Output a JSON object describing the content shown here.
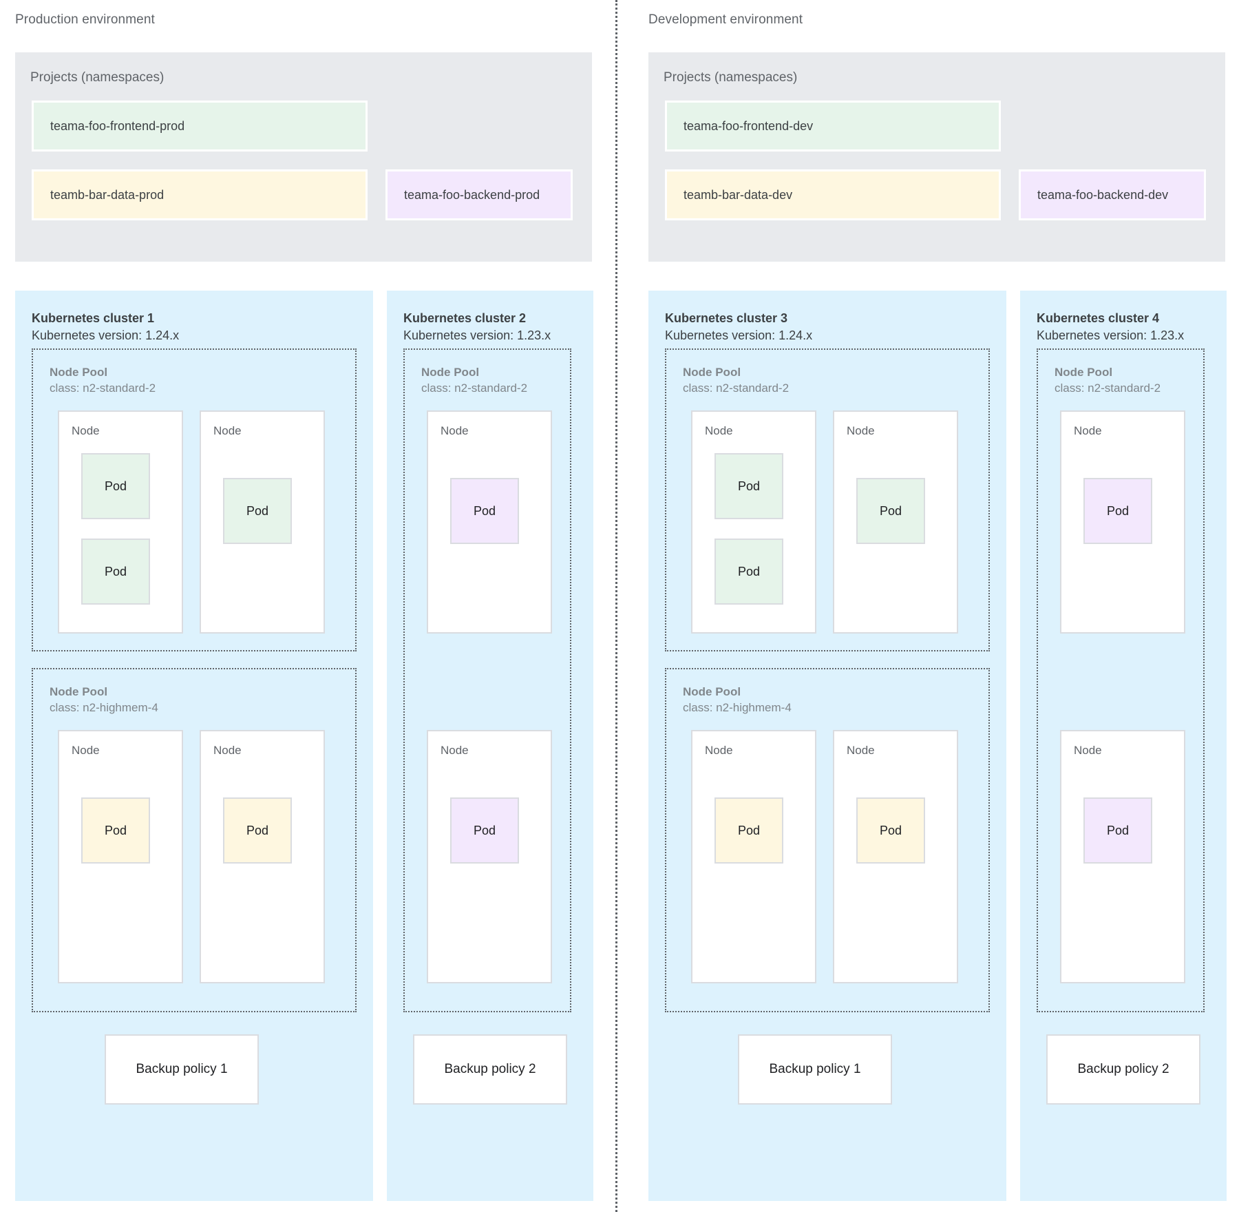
{
  "environments": [
    {
      "title": "Production environment",
      "projects": {
        "title": "Projects (namespaces)",
        "namespaces": [
          {
            "name": "teama-foo-frontend-prod",
            "color": "green"
          },
          {
            "name": "teamb-bar-data-prod",
            "color": "yellow"
          },
          {
            "name": "teama-foo-backend-prod",
            "color": "purple"
          }
        ]
      },
      "clusters": [
        {
          "name": "Kubernetes cluster 1",
          "version": "Kubernetes version: 1.24.x",
          "width": "wide",
          "backup_policy": "Backup policy 1",
          "node_pools": [
            {
              "title": "Node Pool",
              "class": "class: n2-standard-2",
              "nodes": [
                {
                  "label": "Node",
                  "pods": [
                    {
                      "label": "Pod",
                      "color": "green"
                    },
                    {
                      "label": "Pod",
                      "color": "green"
                    }
                  ]
                },
                {
                  "label": "Node",
                  "pods": [
                    {
                      "label": "Pod",
                      "color": "green"
                    }
                  ]
                }
              ]
            },
            {
              "title": "Node Pool",
              "class": "class: n2-highmem-4",
              "nodes": [
                {
                  "label": "Node",
                  "pods": [
                    {
                      "label": "Pod",
                      "color": "yellow"
                    }
                  ]
                },
                {
                  "label": "Node",
                  "pods": [
                    {
                      "label": "Pod",
                      "color": "yellow"
                    }
                  ]
                }
              ]
            }
          ]
        },
        {
          "name": "Kubernetes cluster 2",
          "version": "Kubernetes version: 1.23.x",
          "width": "narrow",
          "backup_policy": "Backup policy 2",
          "node_pools": [
            {
              "title": "Node Pool",
              "class": "class: n2-standard-2",
              "nodes": [
                {
                  "label": "Node",
                  "pods": [
                    {
                      "label": "Pod",
                      "color": "purple"
                    }
                  ]
                },
                {
                  "label": "Node",
                  "pods": [
                    {
                      "label": "Pod",
                      "color": "purple"
                    }
                  ]
                }
              ]
            }
          ]
        }
      ]
    },
    {
      "title": "Development environment",
      "projects": {
        "title": "Projects (namespaces)",
        "namespaces": [
          {
            "name": "teama-foo-frontend-dev",
            "color": "green"
          },
          {
            "name": "teamb-bar-data-dev",
            "color": "yellow"
          },
          {
            "name": "teama-foo-backend-dev",
            "color": "purple"
          }
        ]
      },
      "clusters": [
        {
          "name": "Kubernetes cluster 3",
          "version": "Kubernetes version: 1.24.x",
          "width": "wide",
          "backup_policy": "Backup policy 1",
          "node_pools": [
            {
              "title": "Node Pool",
              "class": "class: n2-standard-2",
              "nodes": [
                {
                  "label": "Node",
                  "pods": [
                    {
                      "label": "Pod",
                      "color": "green"
                    },
                    {
                      "label": "Pod",
                      "color": "green"
                    }
                  ]
                },
                {
                  "label": "Node",
                  "pods": [
                    {
                      "label": "Pod",
                      "color": "green"
                    }
                  ]
                }
              ]
            },
            {
              "title": "Node Pool",
              "class": "class: n2-highmem-4",
              "nodes": [
                {
                  "label": "Node",
                  "pods": [
                    {
                      "label": "Pod",
                      "color": "yellow"
                    }
                  ]
                },
                {
                  "label": "Node",
                  "pods": [
                    {
                      "label": "Pod",
                      "color": "yellow"
                    }
                  ]
                }
              ]
            }
          ]
        },
        {
          "name": "Kubernetes cluster 4",
          "version": "Kubernetes version: 1.23.x",
          "width": "narrow",
          "backup_policy": "Backup policy 2",
          "node_pools": [
            {
              "title": "Node Pool",
              "class": "class: n2-standard-2",
              "nodes": [
                {
                  "label": "Node",
                  "pods": [
                    {
                      "label": "Pod",
                      "color": "purple"
                    }
                  ]
                },
                {
                  "label": "Node",
                  "pods": [
                    {
                      "label": "Pod",
                      "color": "purple"
                    }
                  ]
                }
              ]
            }
          ]
        }
      ]
    }
  ],
  "colors": {
    "green": "#e6f4ea",
    "yellow": "#fef7e0",
    "purple": "#f3e8fd",
    "cluster_bg": "#ddf2fd",
    "projects_bg": "#e8eaed",
    "border": "#dadce0",
    "dotted": "#5f6368"
  }
}
